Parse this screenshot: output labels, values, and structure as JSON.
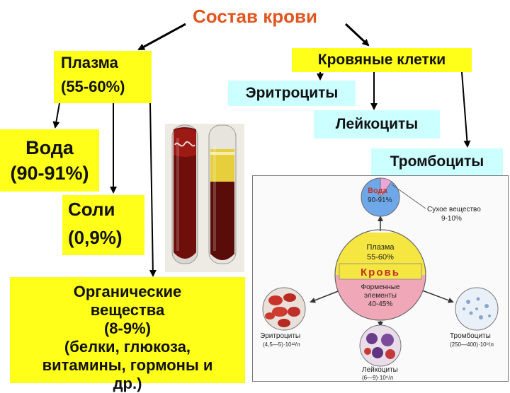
{
  "title": "Состав крови",
  "plasma": {
    "line1": "Плазма",
    "line2": "(55-60%)"
  },
  "cells": {
    "label": "Кровяные клетки"
  },
  "cell_types": {
    "erythrocytes": "Эритроциты",
    "leukocytes": "Лейкоциты",
    "thrombocytes": "Тромбоциты"
  },
  "water": {
    "line1": "Вода",
    "line2": "(90-91%)"
  },
  "salts": {
    "line1": "Соли",
    "line2": "(0,9%)"
  },
  "organic": {
    "line1": "Органические",
    "line2": "вещества",
    "line3": "(8-9%)",
    "line4": "(белки, глюкоза,",
    "line5": "витамины, гормоны и",
    "line6": "др.)"
  },
  "diagram": {
    "center_top1": "Плазма",
    "center_top2": "55-60%",
    "center_word": "Кровь",
    "center_bottom1": "Форменные",
    "center_bottom2": "элементы",
    "center_bottom3": "40-45%",
    "water_title": "Вода",
    "water_pct": "90-91%",
    "dry_title": "Сухое вещество",
    "dry_pct": "9-10%",
    "ery_label": "Эритроциты",
    "ery_count": "(4,5—5)·10¹²/л",
    "thr_label": "Тромбоциты",
    "thr_count": "(250—400)·10⁹/л",
    "leu_label": "Лейкоциты",
    "leu_count": "(6—9)·10⁹/л"
  },
  "colors": {
    "title": "#e0561f",
    "yellow_box": "#ffff1a",
    "cyan_box": "#ccffff",
    "center_yellow": "#f5e642",
    "center_pink": "#f0a8b8",
    "water_blue": "#6fa8e8",
    "dry_pink": "#e9a6d8"
  }
}
